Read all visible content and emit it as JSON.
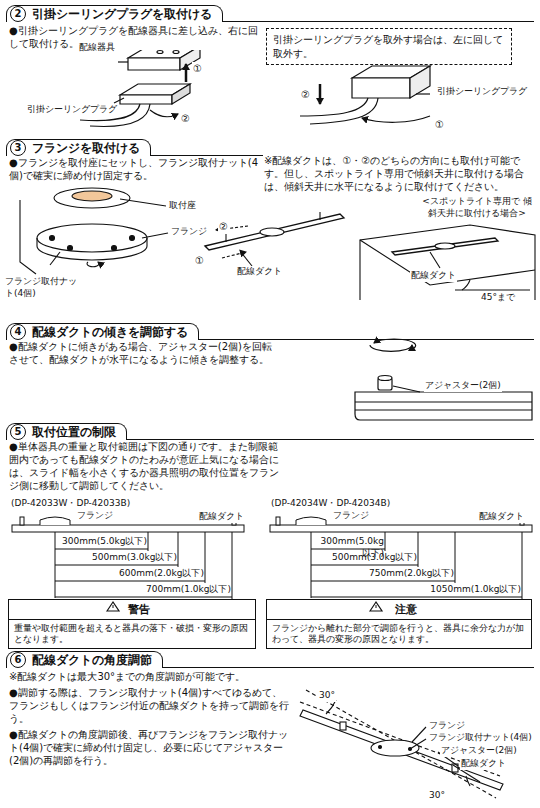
{
  "diagram": {
    "nodes": [
      {
        "text": [
          "2",
          "引掛シーリングプラグを取付ける"
        ]
      },
      {
        "text": [
          "引掛シーリングプラグを取外す場合は、左に回して取外す。"
        ]
      },
      {
        "text": [
          "3",
          "フランジを取付ける"
        ]
      },
      {
        "text": [
          "4",
          "配線ダクトの傾きを調節する"
        ]
      },
      {
        "text": [
          "5",
          "取付位置の制限"
        ]
      },
      {
        "text": [
          "警告",
          "重量や取付範囲を超えると器具の落下・破損・変形の原因となります。"
        ]
      },
      {
        "text": [
          "注意",
          "フランジから離れた部分で調節を行うと、器具に余分な力が加わって、器具の変形の原因となります。"
        ]
      },
      {
        "text": [
          "6",
          "配線ダクトの角度調節"
        ]
      }
    ],
    "labels": [
      "●引掛シーリングプラグを配線器具に差し込み、右に回して取付ける。",
      "配線器具",
      "引掛シーリングプラグ",
      "①",
      "②",
      "②",
      "①",
      "引掛シーリングプラグ",
      "●フランジを取付座にセットし、フランジ取付ナット(4個)で確実に締め付け固定する。",
      "※配線ダクトは、①・②のどちらの方向にも取付け可能です。但し、スポットライト専用で傾斜天井に取付ける場合は、傾斜天井に水平になるように取付けてください。",
      "取付座",
      "フランジ",
      "フランジ取付ナット(4個)",
      "②",
      "①",
      "配線ダクト",
      "<スポットライト専用で 傾斜天井に取付ける場合>",
      "配線ダクト",
      "45°まで",
      "●配線ダクトに傾きがある場合、アジャスター(2個)を回転させて、配線ダクトが水平になるように傾きを調整する。",
      "アジャスター(2個)",
      "●単体器具の重量と取付範囲は下図の通りです。また制限範囲内であっても配線ダクトのたわみが意匠上気になる場合には、スライド幅を小さくするか器具照明の取付位置をフランジ側に移動して調節してください。",
      "(DP-42033W・DP-42033B)",
      "(DP-42034W・DP-42034B)",
      "フランジ",
      "配線ダクト",
      "300mm(5.0kg以下)",
      "500mm(3.0kg以下)",
      "600mm(2.0kg以下)",
      "700mm(1.0kg以下)",
      "フランジ",
      "配線ダクト",
      "300mm(5.0kg以下)",
      "500mm(3.0kg以下)",
      "750mm(2.0kg以下)",
      "1050mm(1.0kg以下)",
      "※配線ダクトは最大30°までの角度調節が可能です。",
      "●調節する際は、フランジ取付ナット(4個)すべてゆるめて、フランジもしくはフランジ付近の配線ダクトを持って調節を行う。",
      "●配線ダクトの角度調節後、再びフランジをフランジ取付ナット(4個)で確実に締め付け固定し、必要に応じてアジャスター(2個)の再調節を行う。",
      "30°",
      "30°",
      "フランジ",
      "フランジ取付ナット(4個)",
      "アジャスター(2個)",
      "配線ダクト"
    ]
  }
}
